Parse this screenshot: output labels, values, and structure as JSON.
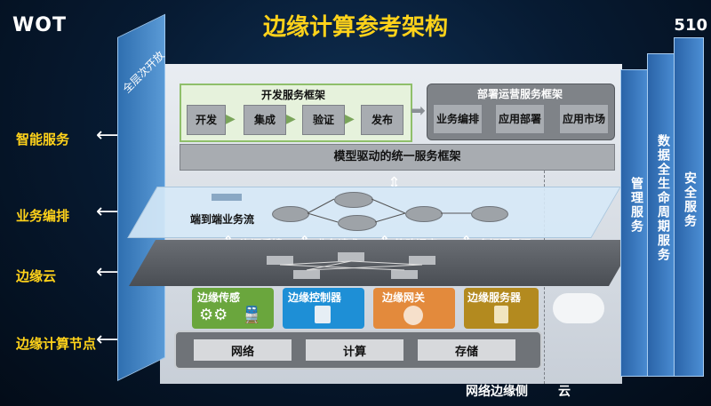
{
  "header": {
    "logo": "WOT",
    "title": "边缘计算参考架构",
    "corner": "510"
  },
  "left_labels": [
    "智能服务",
    "业务编排",
    "边缘云",
    "边缘计算节点"
  ],
  "left_wall_label": "全层次开放",
  "right_panels": [
    "管理服务",
    "数据全生命周期服务",
    "安全服务"
  ],
  "dev_framework": {
    "title": "开发服务框架",
    "steps": [
      "开发",
      "集成",
      "验证",
      "发布"
    ]
  },
  "deploy_framework": {
    "title": "部署运营服务框架",
    "steps": [
      "业务编排",
      "应用部署",
      "应用市场"
    ]
  },
  "model_framework": "模型驱动的统一服务框架",
  "flow_label": "端到端业务流",
  "middle_labels": [
    "资源反馈",
    "业务请求",
    "策略调度",
    "多视图呈现"
  ],
  "components": [
    "边缘传感",
    "边缘控制器",
    "边缘网关",
    "边缘服务器"
  ],
  "bottom": [
    "网络",
    "计算",
    "存储"
  ],
  "footer": [
    "网络边缘侧",
    "云"
  ]
}
